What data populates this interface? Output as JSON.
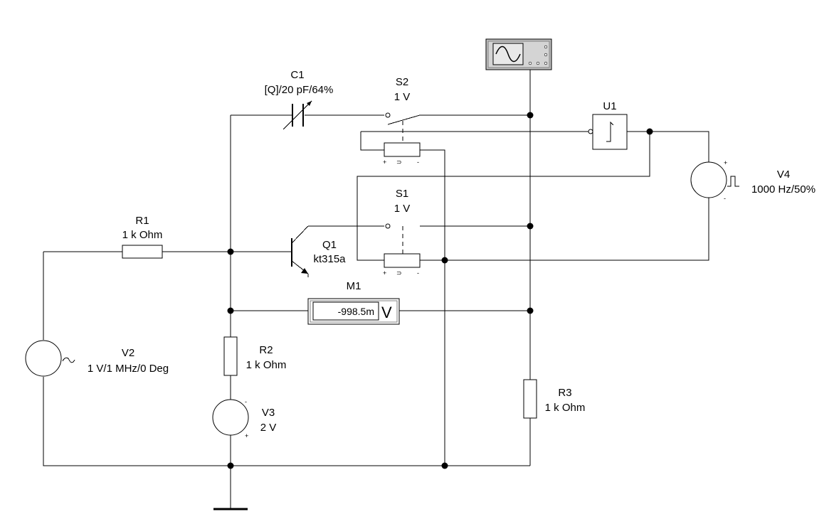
{
  "components": {
    "C1": {
      "ref": "C1",
      "value": "[Q]/20 pF/64%"
    },
    "S2": {
      "ref": "S2",
      "value": "1 V"
    },
    "S1": {
      "ref": "S1",
      "value": "1 V"
    },
    "U1": {
      "ref": "U1"
    },
    "V4": {
      "ref": "V4",
      "value": "1000 Hz/50%"
    },
    "R1": {
      "ref": "R1",
      "value": "1 k Ohm"
    },
    "Q1": {
      "ref": "Q1",
      "value": "kt315a"
    },
    "M1": {
      "ref": "M1",
      "reading": "-998.5m",
      "unit": "V"
    },
    "V2": {
      "ref": "V2",
      "value": "1 V/1 MHz/0 Deg"
    },
    "R2": {
      "ref": "R2",
      "value": "1 k Ohm"
    },
    "V3": {
      "ref": "V3",
      "value": "2 V"
    },
    "R3": {
      "ref": "R3",
      "value": "1 k Ohm"
    }
  },
  "relay_pins": {
    "plus": "+",
    "minus": "-"
  }
}
